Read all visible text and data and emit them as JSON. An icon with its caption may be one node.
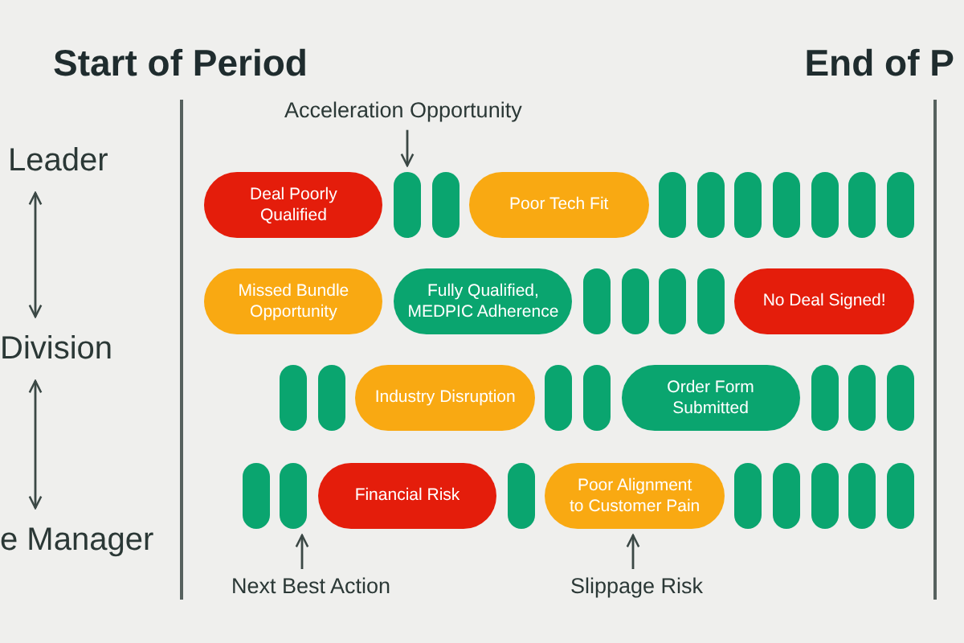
{
  "diagram": {
    "nodes": [
      {
        "text": [
          "Leader"
        ]
      },
      {
        "text": [
          "Division"
        ]
      },
      {
        "text": [
          "e Manager"
        ]
      },
      {
        "text": [
          "Acceleration Opportunity"
        ]
      },
      {
        "text": [
          "Deal Poorly Qualified"
        ]
      },
      {
        "text": [],
        "shape": "bar"
      },
      {
        "text": [],
        "shape": "bar"
      },
      {
        "text": [
          "Poor Tech Fit"
        ]
      },
      {
        "text": [],
        "shape": "bar"
      },
      {
        "text": [],
        "shape": "bar"
      },
      {
        "text": [],
        "shape": "bar"
      },
      {
        "text": [],
        "shape": "bar"
      },
      {
        "text": [],
        "shape": "bar"
      },
      {
        "text": [],
        "shape": "bar"
      },
      {
        "text": [],
        "shape": "bar"
      },
      {
        "text": [
          "Missed Bundle Opportunity"
        ]
      },
      {
        "text": [
          "Fully Qualified, MEDPIC Adherence"
        ]
      },
      {
        "text": [],
        "shape": "bar"
      },
      {
        "text": [],
        "shape": "bar"
      },
      {
        "text": [],
        "shape": "bar"
      },
      {
        "text": [],
        "shape": "bar"
      },
      {
        "text": [
          "No Deal Signed!"
        ]
      },
      {
        "text": [],
        "shape": "bar"
      },
      {
        "text": [],
        "shape": "bar"
      },
      {
        "text": [
          "Industry Disruption"
        ]
      },
      {
        "text": [],
        "shape": "bar"
      },
      {
        "text": [],
        "shape": "bar"
      },
      {
        "text": [
          "Order Form Submitted"
        ]
      },
      {
        "text": [],
        "shape": "bar"
      },
      {
        "text": [],
        "shape": "bar"
      },
      {
        "text": [],
        "shape": "bar"
      },
      {
        "text": [],
        "shape": "bar"
      },
      {
        "text": [],
        "shape": "bar"
      },
      {
        "text": [
          "Financial Risk"
        ]
      },
      {
        "text": [],
        "shape": "bar"
      },
      {
        "text": [
          "Poor Alignment to Customer Pain"
        ]
      },
      {
        "text": [],
        "shape": "bar"
      },
      {
        "text": [],
        "shape": "bar"
      },
      {
        "text": [],
        "shape": "bar"
      },
      {
        "text": [],
        "shape": "bar"
      },
      {
        "text": [],
        "shape": "bar"
      },
      {
        "text": [
          "Next Best Action"
        ]
      },
      {
        "text": [
          "Slippage Risk"
        ]
      }
    ],
    "edges": [
      {
        "from": 0,
        "to": 1,
        "arrow": "both"
      },
      {
        "from": 1,
        "to": 2,
        "arrow": "both"
      },
      {
        "from": 3,
        "to": 5,
        "arrow": "to"
      },
      {
        "from": 41,
        "to": 32,
        "arrow": "to"
      },
      {
        "from": 42,
        "to": 35,
        "arrow": "to"
      }
    ],
    "labels": [
      "Start of Period",
      "End of P"
    ]
  }
}
